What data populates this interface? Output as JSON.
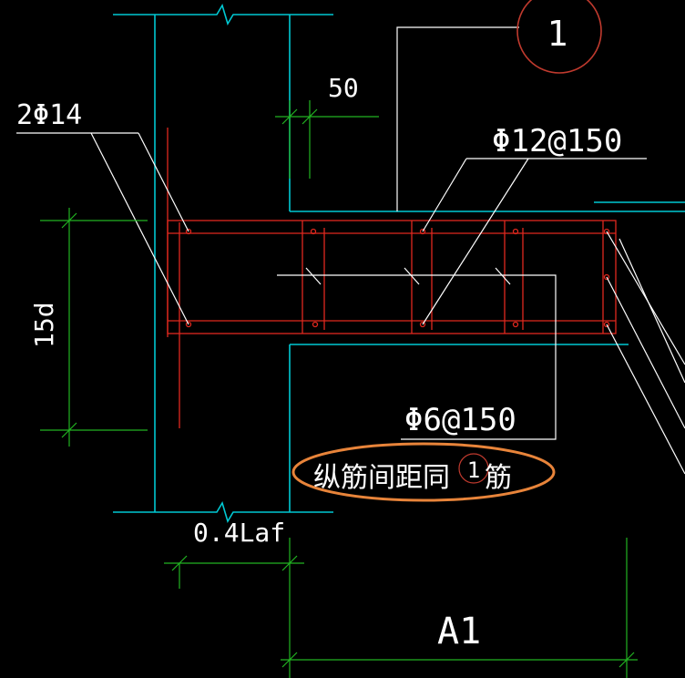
{
  "labels": {
    "detail_number": "1",
    "rebar_2phi14": "2Φ14",
    "dim_50": "50",
    "stirrup": "Φ12@150",
    "dim_15d": "15d",
    "tie_bar": "Φ6@150",
    "note_prefix": "纵筋间距同",
    "note_circle": "1",
    "note_suffix": "筋",
    "dim_04laf": "0.4Laf",
    "dim_a1": "A1"
  },
  "colors": {
    "background": "#000000",
    "wall": "#00c8d2",
    "rebar": "#e0281e",
    "dimension": "#22b422",
    "leader": "#ffffff",
    "detail_circle": "#c03a2e",
    "highlight": "#e8843a"
  }
}
